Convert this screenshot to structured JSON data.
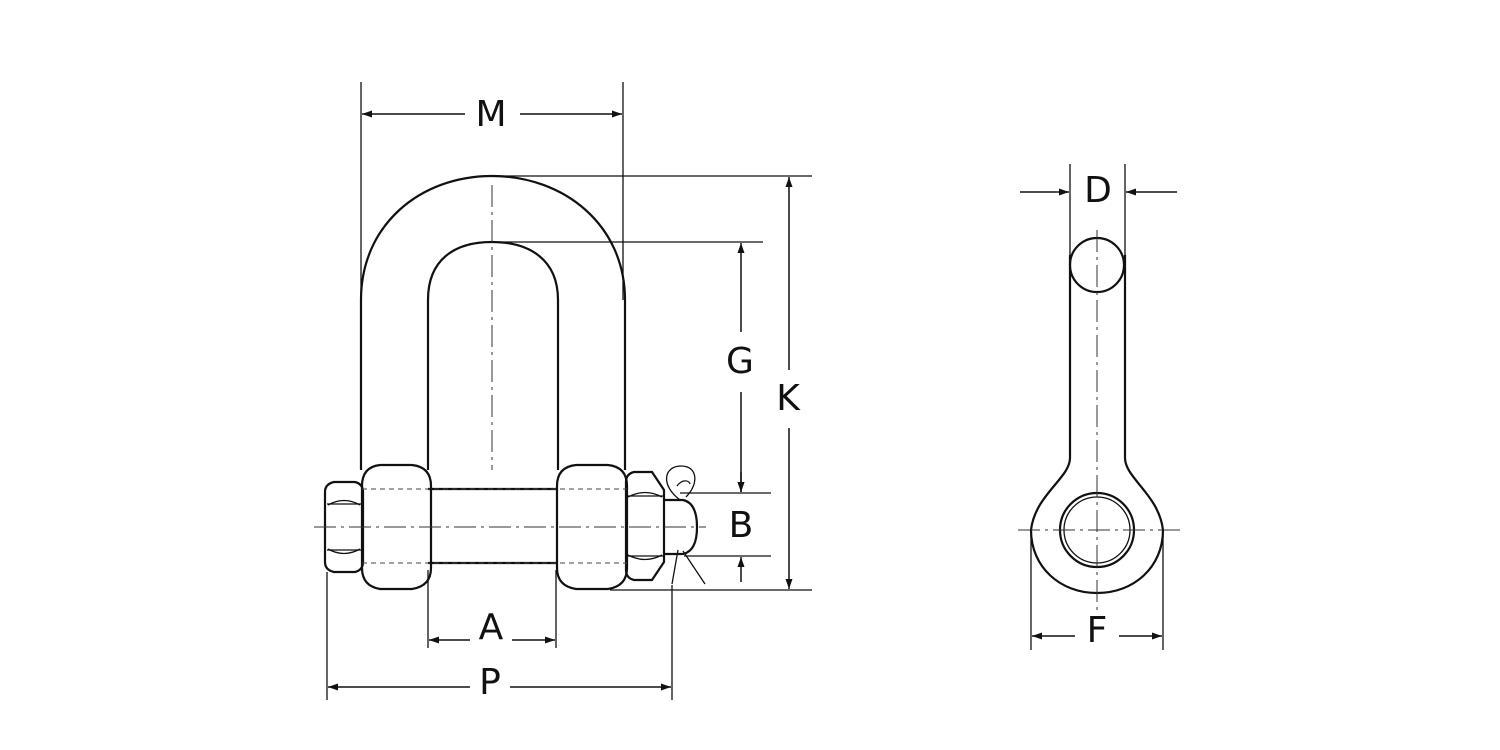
{
  "diagram": {
    "front_view": {
      "dimension_labels": {
        "M": "M",
        "G": "G",
        "K": "K",
        "B": "B",
        "A": "A",
        "P": "P"
      }
    },
    "side_view": {
      "dimension_labels": {
        "D": "D",
        "F": "F"
      }
    }
  }
}
